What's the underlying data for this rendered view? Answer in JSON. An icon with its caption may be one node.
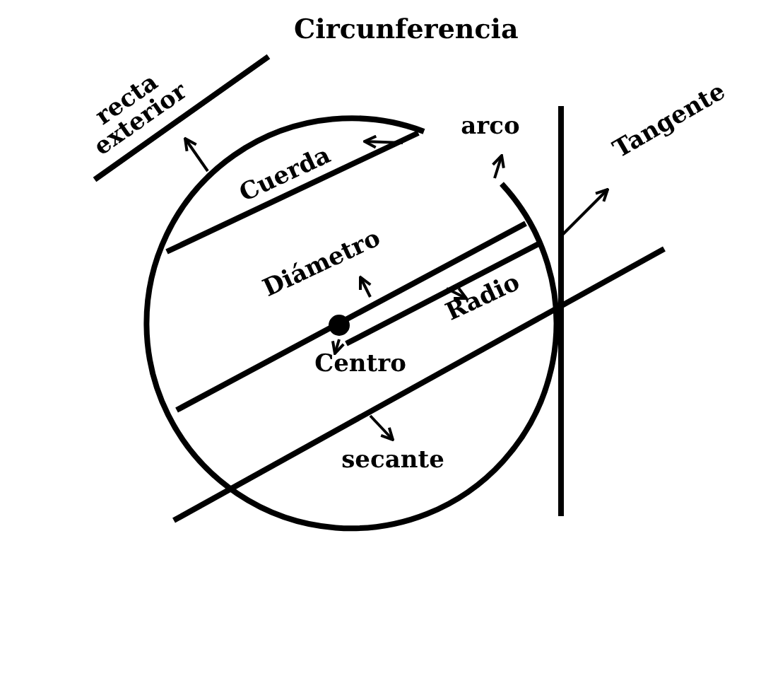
{
  "diagram": {
    "title": "Circunferencia",
    "nodes": [
      {
        "text": [
          "recta exterior"
        ]
      },
      {
        "text": [
          "Cuerda"
        ]
      },
      {
        "text": [
          "arco"
        ]
      },
      {
        "text": [
          "Tangente"
        ]
      },
      {
        "text": [
          "Diámetro"
        ]
      },
      {
        "text": [
          "Radio"
        ]
      },
      {
        "text": [
          "Centro"
        ]
      },
      {
        "text": [
          "secante"
        ]
      }
    ],
    "edges": [
      {
        "from": null,
        "to": 0,
        "arrow": "to"
      },
      {
        "from": null,
        "to": 1,
        "arrow": "to"
      },
      {
        "from": null,
        "to": 2,
        "arrow": "to"
      },
      {
        "from": null,
        "to": 3,
        "arrow": "to"
      },
      {
        "from": null,
        "to": 4,
        "arrow": "to"
      },
      {
        "from": null,
        "to": 5,
        "arrow": "to"
      },
      {
        "from": null,
        "to": 6,
        "arrow": "to"
      },
      {
        "from": null,
        "to": 7,
        "arrow": "to"
      }
    ]
  }
}
